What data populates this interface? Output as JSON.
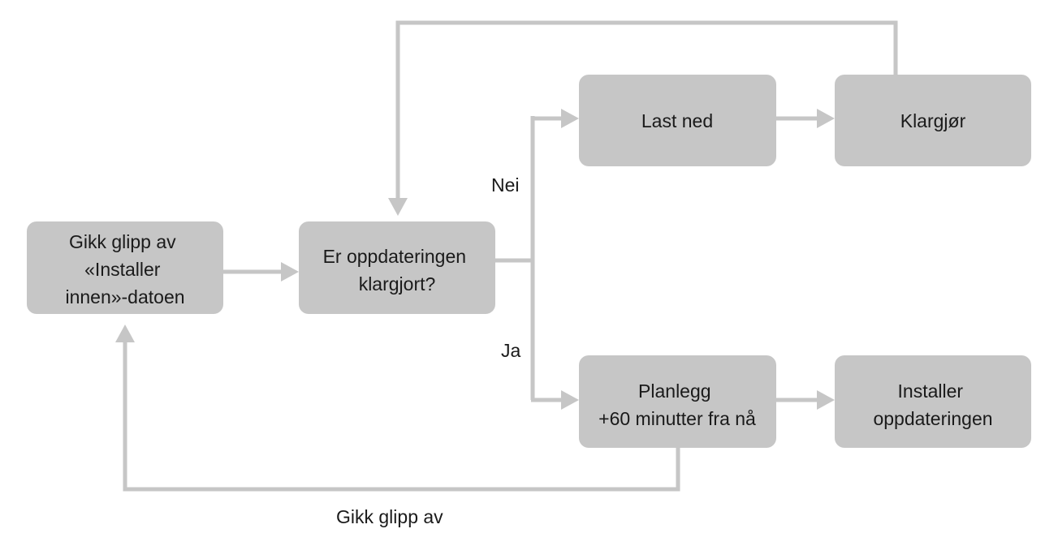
{
  "nodes": {
    "missed": {
      "lines": [
        "Gikk glipp av",
        "«Installer",
        "innen»-datoen"
      ]
    },
    "prepared": {
      "lines": [
        "Er oppdateringen",
        "klargjort?"
      ]
    },
    "download": {
      "lines": [
        "Last ned"
      ]
    },
    "prepare": {
      "lines": [
        "Klargjør"
      ]
    },
    "schedule": {
      "lines": [
        "Planlegg",
        "+60 minutter fra nå"
      ]
    },
    "install": {
      "lines": [
        "Installer",
        "oppdateringen"
      ]
    }
  },
  "edges": {
    "no_label": "Nei",
    "yes_label": "Ja",
    "missed_label": "Gikk glipp av"
  },
  "colors": {
    "node_fill": "#c6c6c6",
    "connector": "#c6c6c6",
    "text": "#1a1a1a"
  }
}
